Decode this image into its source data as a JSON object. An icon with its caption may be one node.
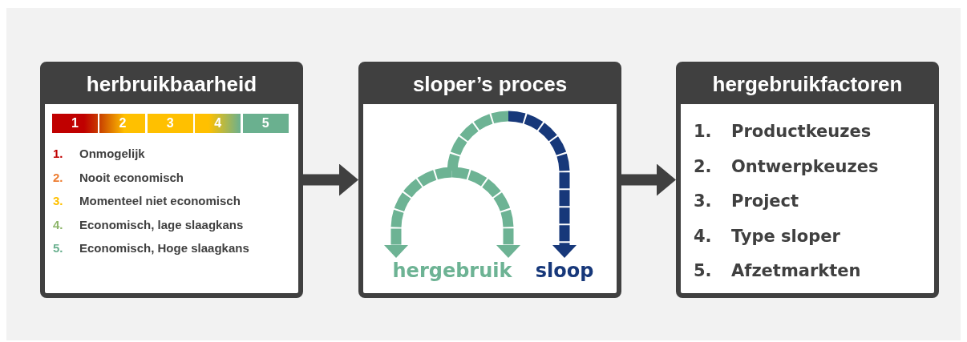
{
  "diagram": {
    "nodes": [
      {
        "text": [
          "herbruikbaarheid",
          "1. Onmogelijk",
          "2. Nooit economisch",
          "3. Momenteel niet economisch",
          "4. Economisch, lage slaagkans",
          "5. Economisch, Hoge slaagkans"
        ]
      },
      {
        "text": [
          "1"
        ],
        "in": 0
      },
      {
        "text": [
          "2"
        ],
        "in": 0
      },
      {
        "text": [
          "3"
        ],
        "in": 0
      },
      {
        "text": [
          "4"
        ],
        "in": 0
      },
      {
        "text": [
          "5"
        ],
        "in": 0
      },
      {
        "text": [
          "sloper’s proces"
        ]
      },
      {
        "text": [
          "hergebruik"
        ],
        "in": 6
      },
      {
        "text": [
          "sloop"
        ],
        "in": 6
      },
      {
        "text": [
          "hergebruikfactoren",
          "1. Productkeuzes",
          "2. Ontwerpkeuzes",
          "3. Project",
          "4. Type sloper",
          "5. Afzetmarkten"
        ]
      }
    ],
    "edges": [
      {
        "from": 0,
        "to": 6,
        "arrow": "to"
      },
      {
        "from": 6,
        "to": 9,
        "arrow": "to"
      },
      {
        "from": null,
        "to": 7,
        "arrow": "to",
        "style": "dashed",
        "color": "#6db394"
      },
      {
        "from": null,
        "to": 7,
        "arrow": "to",
        "style": "dashed",
        "color": "#6db394"
      },
      {
        "from": null,
        "to": 8,
        "arrow": "to",
        "style": "dashed",
        "color": "#17387a"
      }
    ]
  }
}
